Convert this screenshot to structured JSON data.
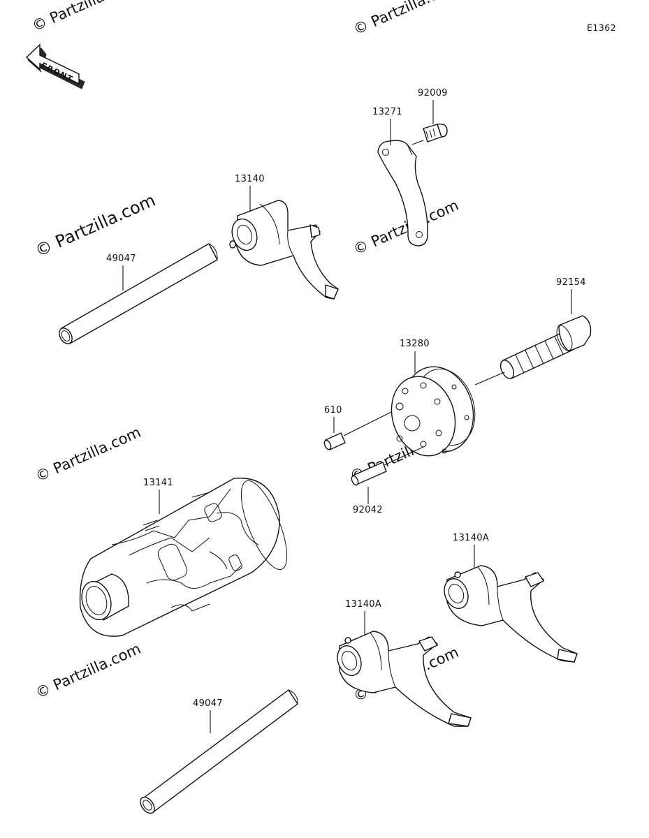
{
  "diagram_code": "E1362",
  "front_label": "FRONT",
  "watermark": "© Partzilla.com",
  "parts": {
    "shift_rod_upper": "49047",
    "shift_fork_13140": "13140",
    "stopper_13271": "13271",
    "screw_92009": "92009",
    "bolt_92154": "92154",
    "shift_drum_cam_13280": "13280",
    "pin_610": "610",
    "pin_92042": "92042",
    "shift_drum_13141": "13141",
    "shift_fork_13140a_right": "13140A",
    "shift_fork_13140a_left": "13140A",
    "shift_rod_lower": "49047"
  }
}
